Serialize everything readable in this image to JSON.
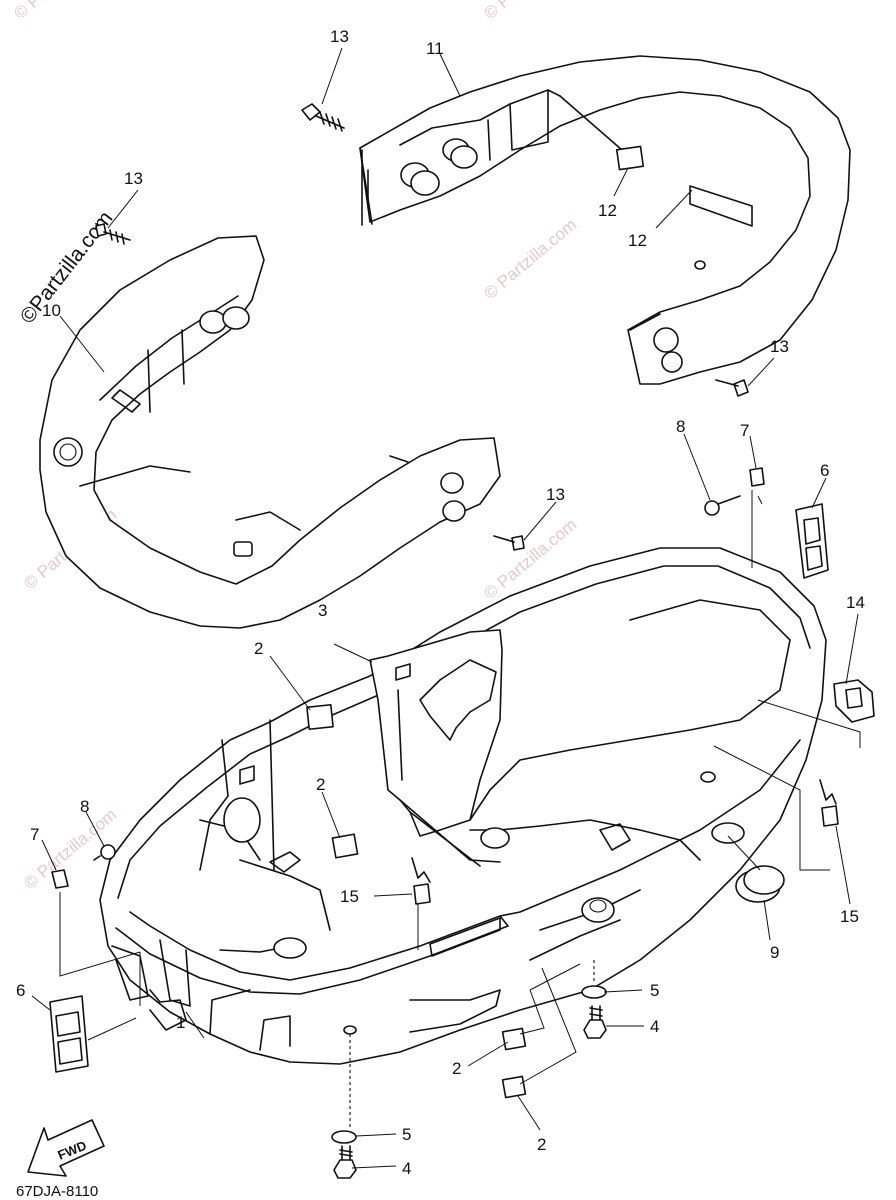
{
  "diagram": {
    "code": "67DJA-8110",
    "fwd_label": "FWD",
    "watermark": "© Partzilla.com",
    "watermark_main": "©Partzilla.com",
    "parts": [
      {
        "id": "p1",
        "number": "1"
      },
      {
        "id": "p2a",
        "number": "2"
      },
      {
        "id": "p2b",
        "number": "2"
      },
      {
        "id": "p2c",
        "number": "2"
      },
      {
        "id": "p2d",
        "number": "2"
      },
      {
        "id": "p3",
        "number": "3"
      },
      {
        "id": "p4a",
        "number": "4"
      },
      {
        "id": "p4b",
        "number": "4"
      },
      {
        "id": "p5a",
        "number": "5"
      },
      {
        "id": "p5b",
        "number": "5"
      },
      {
        "id": "p6a",
        "number": "6"
      },
      {
        "id": "p6b",
        "number": "6"
      },
      {
        "id": "p7a",
        "number": "7"
      },
      {
        "id": "p7b",
        "number": "7"
      },
      {
        "id": "p8a",
        "number": "8"
      },
      {
        "id": "p8b",
        "number": "8"
      },
      {
        "id": "p9",
        "number": "9"
      },
      {
        "id": "p10",
        "number": "10"
      },
      {
        "id": "p11",
        "number": "11"
      },
      {
        "id": "p12a",
        "number": "12"
      },
      {
        "id": "p12b",
        "number": "12"
      },
      {
        "id": "p13a",
        "number": "13"
      },
      {
        "id": "p13b",
        "number": "13"
      },
      {
        "id": "p13c",
        "number": "13"
      },
      {
        "id": "p13d",
        "number": "13"
      },
      {
        "id": "p14",
        "number": "14"
      },
      {
        "id": "p15a",
        "number": "15"
      },
      {
        "id": "p15b",
        "number": "15"
      }
    ]
  }
}
